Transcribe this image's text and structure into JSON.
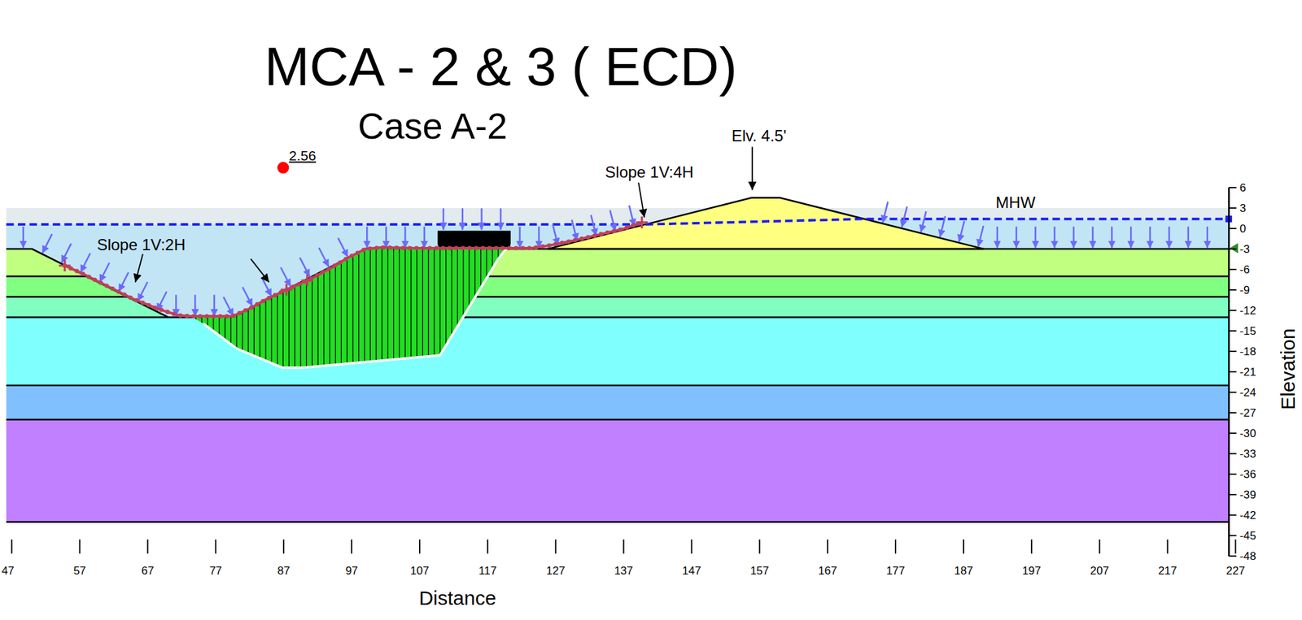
{
  "diagram": {
    "title": "MCA - 2 & 3 ( ECD)",
    "labels": [
      "Case A-2",
      "2.56",
      "Elv. 4.5'",
      "Slope 1V:4H",
      "Slope 1V:2H",
      "MHW",
      "Distance",
      "Elevation",
      "47",
      "57",
      "67",
      "77",
      "87",
      "97",
      "107",
      "117",
      "127",
      "137",
      "147",
      "157",
      "167",
      "177",
      "187",
      "197",
      "207",
      "217",
      "227",
      "6",
      "3",
      "0",
      "-3",
      "-6",
      "-9",
      "-12",
      "-15",
      "-18",
      "-21",
      "-24",
      "-27",
      "-30",
      "-33",
      "-36",
      "-39",
      "-42",
      "-45",
      "-48"
    ]
  }
}
